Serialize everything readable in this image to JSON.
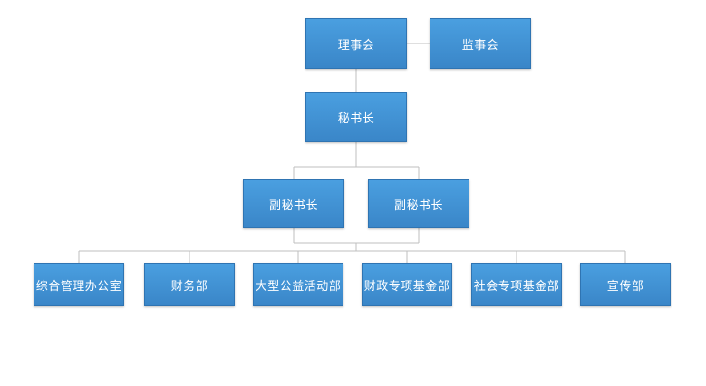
{
  "diagram": {
    "accent_color": "#3d8fd6",
    "connector_color": "#bfbfbf",
    "nodes": {
      "board": "理事会",
      "supervisors": "监事会",
      "secretary_general": "秘书长",
      "deputy_1": "副秘书长",
      "deputy_2": "副秘书长",
      "dept_admin": "综合管理办公室",
      "dept_finance": "财务部",
      "dept_events": "大型公益活动部",
      "dept_gov_fund": "财政专项基金部",
      "dept_social_fund": "社会专项基金部",
      "dept_publicity": "宣传部"
    }
  }
}
